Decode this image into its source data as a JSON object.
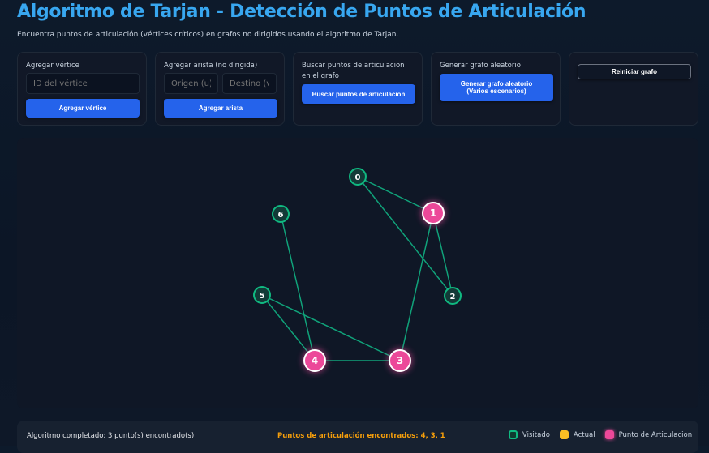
{
  "header": {
    "title": "Algoritmo de Tarjan - Detección de Puntos de Articulación",
    "subtitle": "Encuentra puntos de articulación (vértices críticos) en grafos no dirigidos usando el algoritmo de Tarjan."
  },
  "controls": {
    "add_vertex": {
      "label": "Agregar vértice",
      "placeholder": "ID del vértice",
      "button": "Agregar vértice"
    },
    "add_edge": {
      "label": "Agregar arista (no dirigida)",
      "origin_placeholder": "Origen (u)",
      "dest_placeholder": "Destino (v)",
      "button": "Agregar arista"
    },
    "find": {
      "label": "Buscar puntos de articulacion en el grafo",
      "button": "Buscar puntos de articulacion"
    },
    "random": {
      "label": "Generar grafo aleatorio",
      "button_line1": "Generar grafo aleatorio",
      "button_line2": "(Varios escenarios)"
    },
    "reset": {
      "button": "Reiniciar grafo"
    }
  },
  "graph": {
    "nodes": [
      {
        "id": "0",
        "state": "visited"
      },
      {
        "id": "1",
        "state": "articulation"
      },
      {
        "id": "2",
        "state": "visited"
      },
      {
        "id": "3",
        "state": "articulation"
      },
      {
        "id": "4",
        "state": "articulation"
      },
      {
        "id": "5",
        "state": "visited"
      },
      {
        "id": "6",
        "state": "visited"
      }
    ],
    "edges": [
      [
        "0",
        "1"
      ],
      [
        "0",
        "2"
      ],
      [
        "1",
        "2"
      ],
      [
        "1",
        "3"
      ],
      [
        "3",
        "4"
      ],
      [
        "3",
        "5"
      ],
      [
        "4",
        "5"
      ],
      [
        "4",
        "6"
      ]
    ],
    "colors": {
      "visited": "#10b981",
      "current": "#fbbf24",
      "articulation": "#ec4899",
      "edge": "#10a37a"
    }
  },
  "status": {
    "message": "Algoritmo completado: 3 punto(s) encontrado(s)",
    "result": "Puntos de articulación encontrados: 4, 3, 1",
    "legend": [
      {
        "label": "Visitado",
        "color": "#10b981"
      },
      {
        "label": "Actual",
        "color": "#fbbf24"
      },
      {
        "label": "Punto de Articulacion",
        "color": "#ec4899"
      }
    ]
  }
}
